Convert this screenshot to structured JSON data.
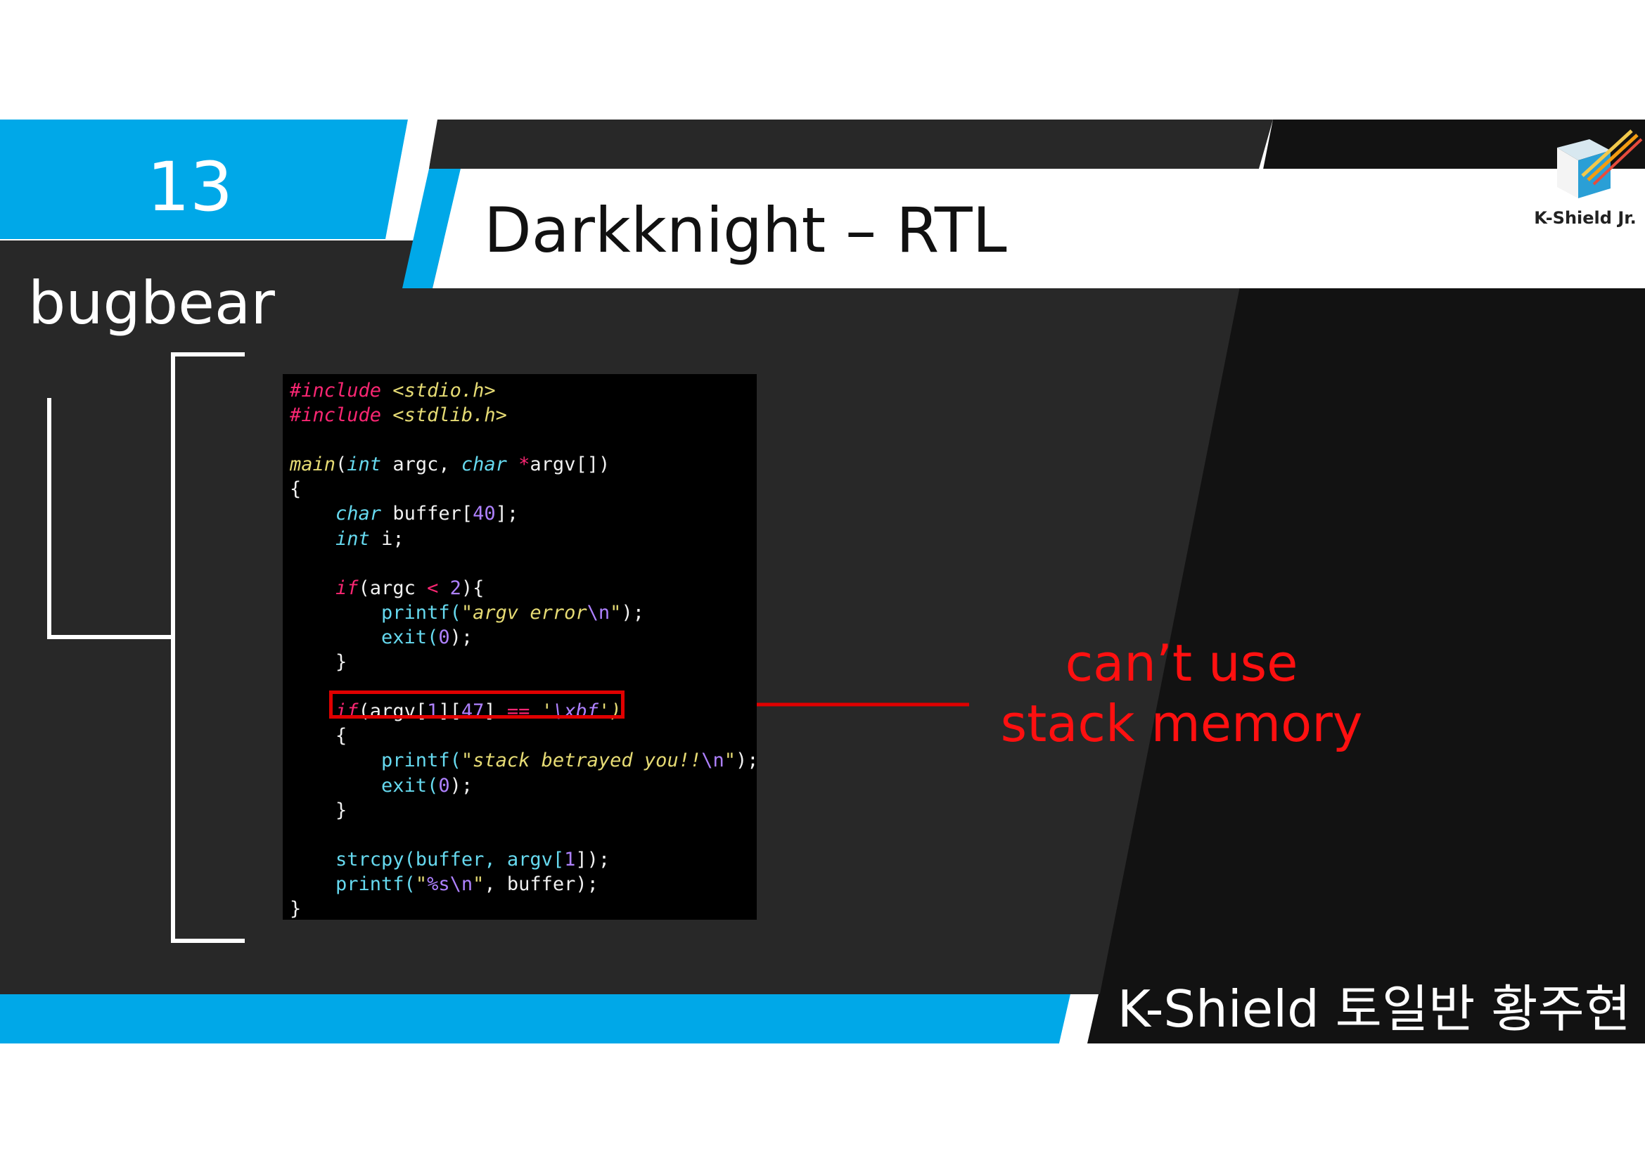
{
  "slide": {
    "number": "13",
    "title": "Darkknight – RTL",
    "subtitle": "bugbear",
    "logo_text": "K-Shield Jr.",
    "annotation": {
      "line1": "can’t use",
      "line2": "stack memory"
    },
    "footer": "K-Shield 토일반 황주현"
  },
  "colors": {
    "accent_blue": "#00a8e8",
    "dark": "#282828",
    "darker": "#121212",
    "annotation_red": "#ff1010"
  },
  "code": {
    "l1": "#include",
    "l1b": " <stdio.h>",
    "l2": "#include",
    "l2b": " <stdlib.h>",
    "l4a": "main",
    "l4b": "(",
    "l4c": "int",
    "l4d": " argc, ",
    "l4e": "char",
    "l4f": " *",
    "l4g": "argv[])",
    "l5": "{",
    "l6a": "    ",
    "l6b": "char",
    "l6c": " buffer[",
    "l6d": "40",
    "l6e": "];",
    "l7a": "    ",
    "l7b": "int",
    "l7c": " i;",
    "l9a": "    ",
    "l9b": "if",
    "l9c": "(argc ",
    "l9d": "<",
    "l9e": " ",
    "l9f": "2",
    "l9g": "){",
    "l10a": "        printf(",
    "l10b": "\"argv error",
    "l10c": "\\n",
    "l10d": "\"",
    "l10e": ");",
    "l11a": "        exit(",
    "l11b": "0",
    "l11c": ");",
    "l12": "    }",
    "l14a": "    ",
    "l14b": "if",
    "l14c": "(argv[",
    "l14d": "1",
    "l14e": "][",
    "l14f": "47",
    "l14g": "] ",
    "l14h": "==",
    "l14i": " '",
    "l14j": "\\xbf",
    "l14k": "')",
    "l15": "    {",
    "l16a": "        printf(",
    "l16b": "\"stack betrayed you!!",
    "l16c": "\\n",
    "l16d": "\"",
    "l16e": ");",
    "l17a": "        exit(",
    "l17b": "0",
    "l17c": ");",
    "l18": "    }",
    "l20a": "    strcpy(buffer, argv[",
    "l20b": "1",
    "l20c": "]);",
    "l21a": "    printf(",
    "l21b": "\"",
    "l21c": "%s\\n",
    "l21d": "\"",
    "l21e": ", buffer);",
    "l22": "}"
  }
}
